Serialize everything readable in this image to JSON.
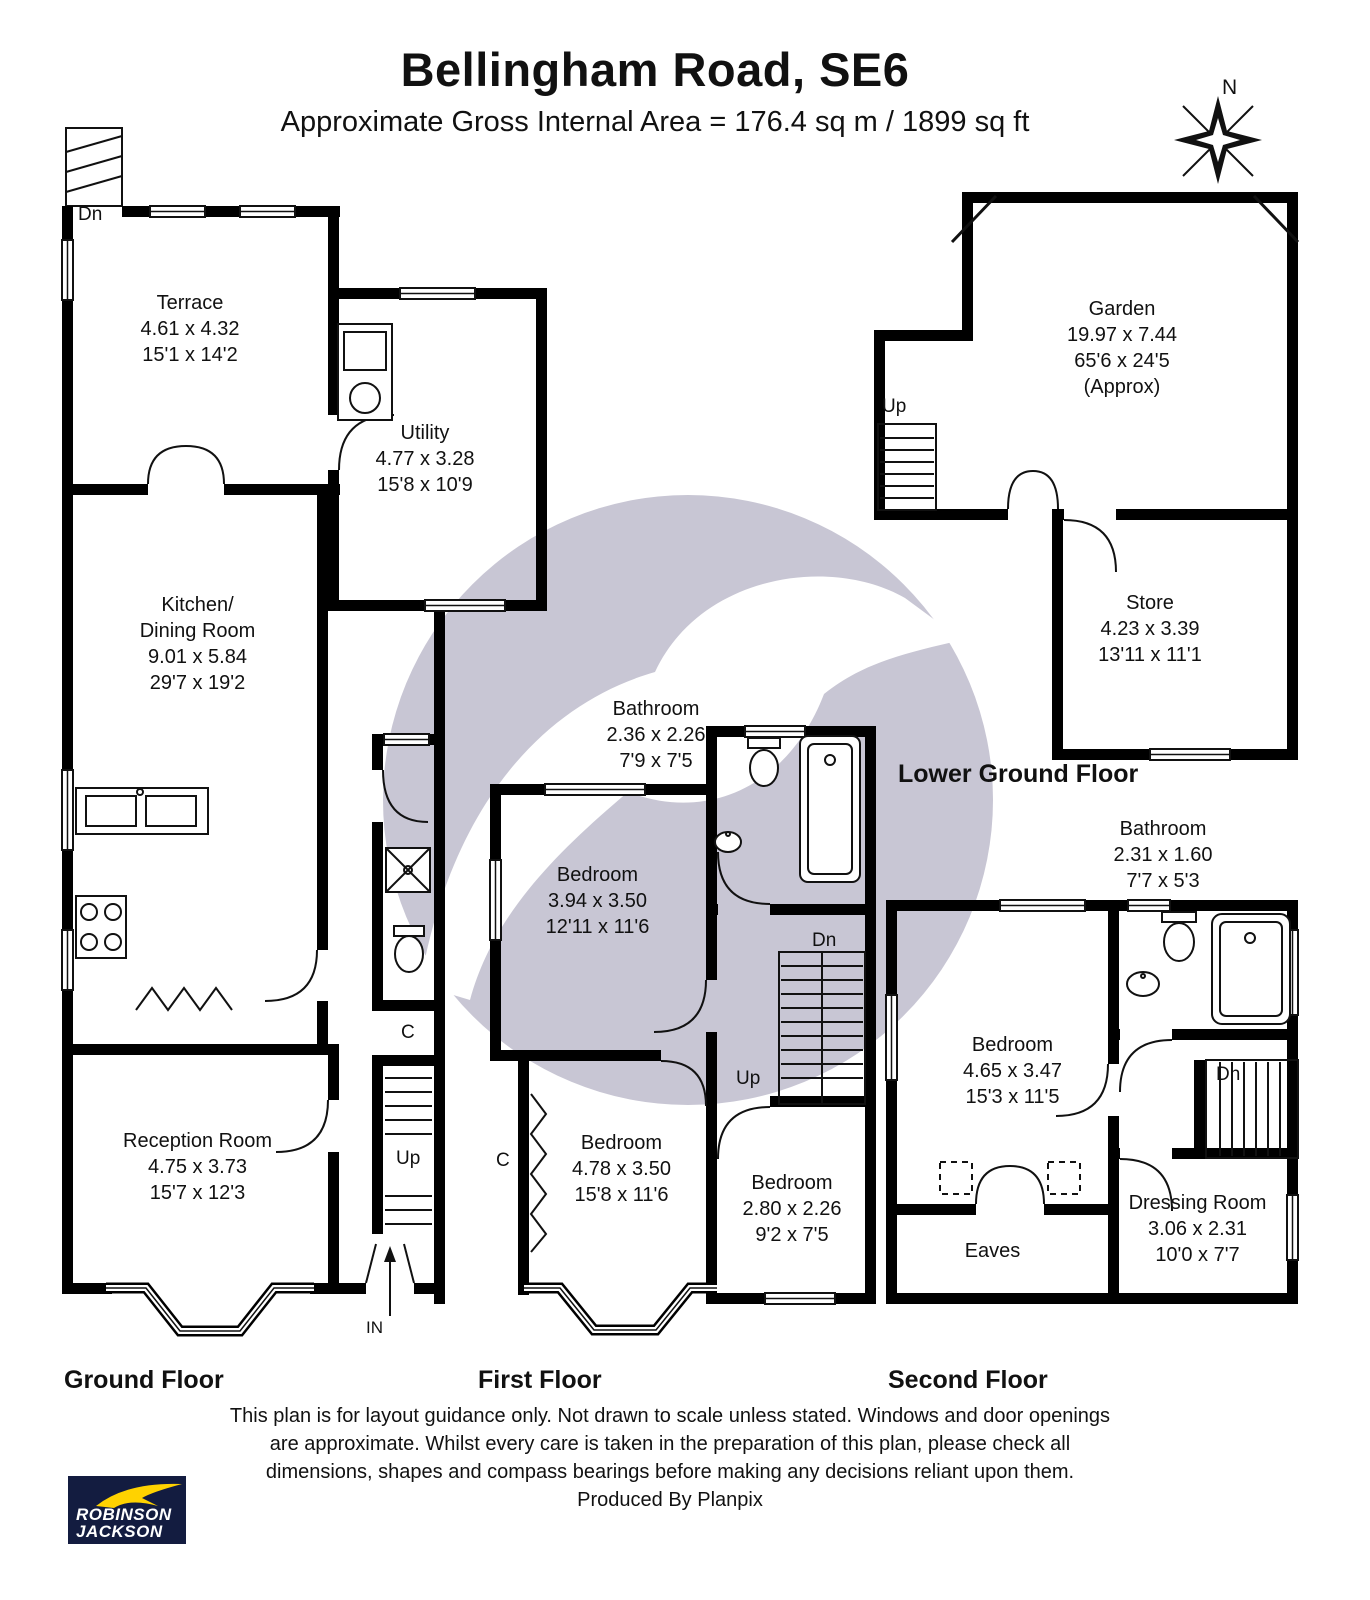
{
  "header": {
    "title": "Bellingham Road, SE6",
    "subtitle": "Approximate Gross Internal Area = 176.4 sq m / 1899 sq ft"
  },
  "compass": {
    "north": "N"
  },
  "ground_floor": {
    "label": "Ground Floor",
    "terrace": {
      "name": "Terrace",
      "metric": "4.61 x 4.32",
      "imperial": "15'1 x 14'2"
    },
    "utility": {
      "name": "Utility",
      "metric": "4.77 x 3.28",
      "imperial": "15'8 x 10'9"
    },
    "kitchen": {
      "name_line1": "Kitchen/",
      "name_line2": "Dining Room",
      "metric": "9.01 x 5.84",
      "imperial": "29'7 x 19'2"
    },
    "reception": {
      "name": "Reception Room",
      "metric": "4.75 x 3.73",
      "imperial": "15'7 x 12'3"
    },
    "stairs_down": "Dn",
    "stairs_up": "Up",
    "cupboard": "C",
    "entrance": "IN"
  },
  "first_floor": {
    "label": "First Floor",
    "bathroom": {
      "name": "Bathroom",
      "metric": "2.36 x 2.26",
      "imperial": "7'9 x 7'5"
    },
    "bedroom_middle": {
      "name": "Bedroom",
      "metric": "3.94 x 3.50",
      "imperial": "12'11 x 11'6"
    },
    "bedroom_front": {
      "name": "Bedroom",
      "metric": "4.78 x 3.50",
      "imperial": "15'8 x 11'6"
    },
    "bedroom_rear": {
      "name": "Bedroom",
      "metric": "2.80 x 2.26",
      "imperial": "9'2 x 7'5"
    },
    "stairs_down": "Dn",
    "stairs_up": "Up",
    "cupboard": "C"
  },
  "lower_ground_floor": {
    "label": "Lower Ground Floor",
    "garden": {
      "name": "Gar­den",
      "metric": "19.97 x 7.44",
      "imperial": "65'6 x 24'5",
      "note": "(Approx)"
    },
    "store": {
      "name": "Store",
      "metric": "4.23 x 3.39",
      "imperial": "13'11 x 11'1"
    },
    "stairs_up": "Up"
  },
  "second_floor": {
    "label": "Second Floor",
    "bathroom": {
      "name": "Bathroom",
      "metric": "2.31 x 1.60",
      "imperial": "7'7 x 5'3"
    },
    "bedroom": {
      "name": "Bedroom",
      "metric": "4.65 x 3.47",
      "imperial": "15'3 x 11'5"
    },
    "dressing_room": {
      "name": "Dressing Room",
      "metric": "3.06 x 2.31",
      "imperial": "10'0 x 7'7"
    },
    "eaves": "Eaves",
    "stairs_down": "Dn"
  },
  "footer": {
    "disclaimer_line1": "This plan is for layout guidance only. Not drawn to scale unless stated. Windows and door openings",
    "disclaimer_line2": "are approximate. Whilst every care is taken in the preparation of this plan, please check all",
    "disclaimer_line3": "dimensions, shapes and compass bearings before making any decisions reliant upon them.",
    "produced_by": "Produced By Planpix",
    "agency": {
      "line1": "ROBINSON",
      "line2": "JACKSON"
    }
  },
  "colors": {
    "walls": "#000000",
    "watermark": "#c8c6d4",
    "logo_background": "#131c40",
    "logo_bird": "#ffd200",
    "text": "#111111"
  }
}
